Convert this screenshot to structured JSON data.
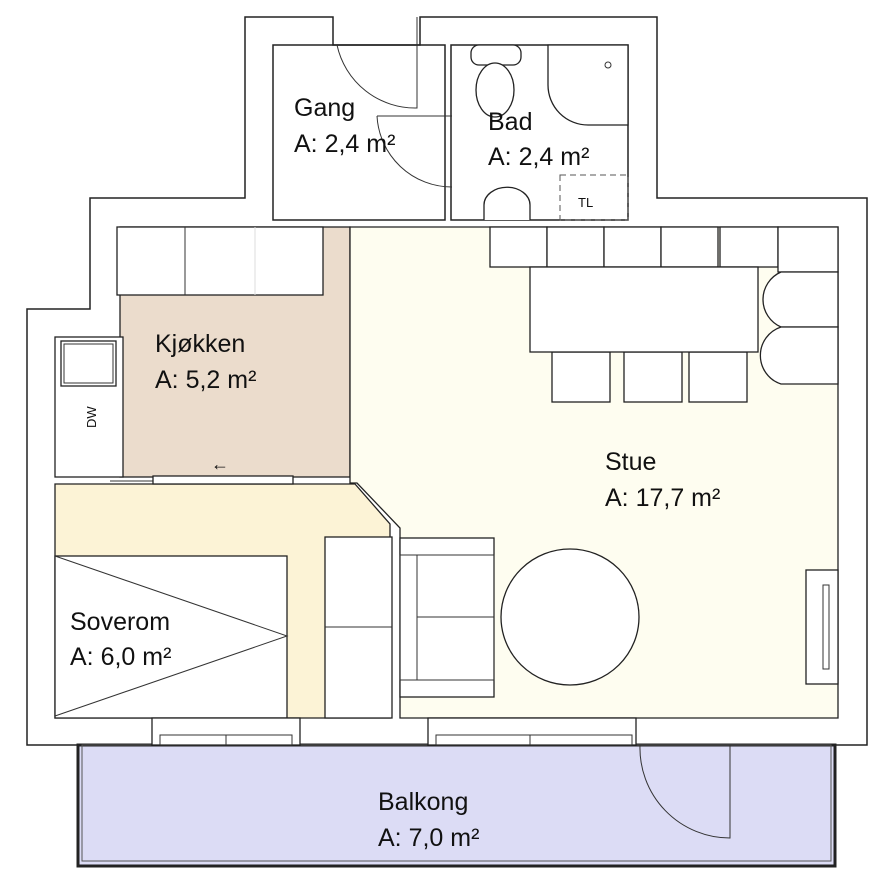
{
  "rooms": {
    "gang": {
      "name": "Gang",
      "area": "A: 2,4 m²",
      "color": "#e6e6dc"
    },
    "bad": {
      "name": "Bad",
      "area": "A: 2,4 m²",
      "color": "#deecfb"
    },
    "kjokken": {
      "name": "Kjøkken",
      "area": "A: 5,2 m²",
      "color": "#ebdccc"
    },
    "stue": {
      "name": "Stue",
      "area": "A: 17,7 m²",
      "color": "#fefdf0"
    },
    "soverom": {
      "name": "Soverom",
      "area": "A: 6,0 m²",
      "color": "#fcf3d6"
    },
    "balkong": {
      "name": "Balkong",
      "area": "A: 7,0 m²",
      "color": "#dcdcf5"
    }
  },
  "appliances": {
    "dishwasher": "DW",
    "washer": "TL",
    "arrow": "←"
  }
}
